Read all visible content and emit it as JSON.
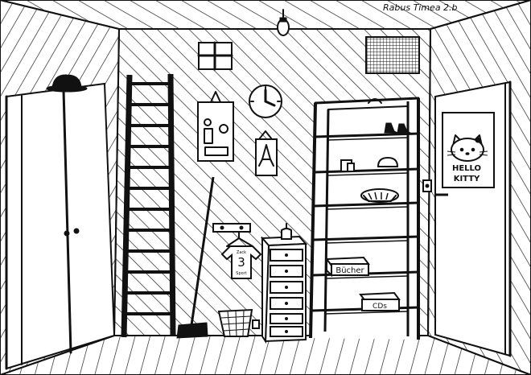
{
  "signature": "Rabus Timea 2.b",
  "labels": {
    "books_box": "Bücher",
    "cd_box": "CDs",
    "poster_text_line1": "HELLO",
    "poster_text_line2": "KITTY",
    "shirt_number": "3",
    "shirt_line1": "Zack",
    "shirt_line2": "Sport"
  },
  "icons": [
    "light-bulb-icon",
    "window-icon",
    "vent-grille-icon",
    "clock-icon",
    "ladder-icon",
    "wardrobe-icon",
    "hat-icon",
    "broom-icon",
    "basket-icon",
    "dresser-icon",
    "vase-icon",
    "shelf-icon",
    "door-icon",
    "hello-kitty-poster-icon"
  ]
}
